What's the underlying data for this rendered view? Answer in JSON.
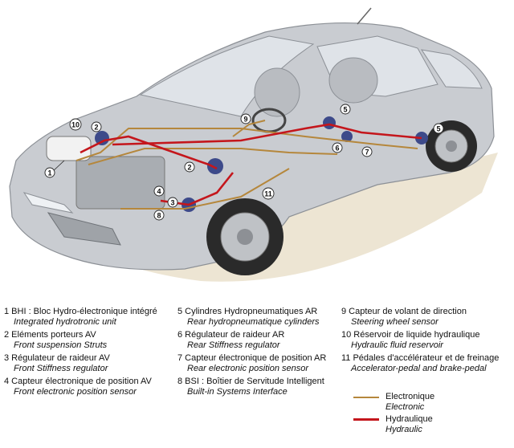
{
  "colors": {
    "electronic": "#b5873c",
    "hydraulic": "#c4161c",
    "car_body": "#c9ccd1",
    "ground": "#e8dfc8"
  },
  "callouts": [
    {
      "id": "1",
      "label": "1"
    },
    {
      "id": "2a",
      "label": "2"
    },
    {
      "id": "2b",
      "label": "2"
    },
    {
      "id": "3",
      "label": "3"
    },
    {
      "id": "4",
      "label": "4"
    },
    {
      "id": "5a",
      "label": "5"
    },
    {
      "id": "5b",
      "label": "5"
    },
    {
      "id": "6",
      "label": "6"
    },
    {
      "id": "7",
      "label": "7"
    },
    {
      "id": "8",
      "label": "8"
    },
    {
      "id": "9",
      "label": "9"
    },
    {
      "id": "10",
      "label": "10"
    },
    {
      "id": "11",
      "label": "11"
    }
  ],
  "legend": {
    "col1": [
      {
        "fr": "1 BHI : Bloc Hydro-électronique intégré",
        "en": "Integrated hydrotronic unit"
      },
      {
        "fr": "2 Eléments porteurs AV",
        "en": "Front suspension Struts"
      },
      {
        "fr": "3 Régulateur de raideur AV",
        "en": "Front Stiffness regulator"
      },
      {
        "fr": "4  Capteur électronique de position AV",
        "en": "Front electronic position sensor"
      }
    ],
    "col2": [
      {
        "fr": "5 Cylindres Hydropneumatiques AR",
        "en": "Rear hydropneumatique cylinders"
      },
      {
        "fr": "6 Régulateur de raideur AR",
        "en": "Rear Stiffness regulator"
      },
      {
        "fr": "7 Capteur électronique de position AR",
        "en": "Rear electronic position sensor"
      },
      {
        "fr": "8 BSI : Boîtier de Servitude Intelligent",
        "en": "Built-in Systems Interface"
      }
    ],
    "col3": [
      {
        "fr": "9 Capteur de volant de direction",
        "en": "Steering wheel sensor"
      },
      {
        "fr": "10 Réservoir de liquide hydraulique",
        "en": "Hydraulic fluid reservoir"
      },
      {
        "fr": "11 Pédales d'accélérateur et de freinage",
        "en": "Accelerator-pedal and brake-pedal"
      }
    ]
  },
  "key": {
    "electronic_fr": "Electronique",
    "electronic_en": "Electronic",
    "hydraulic_fr": "Hydraulique",
    "hydraulic_en": "Hydraulic"
  }
}
